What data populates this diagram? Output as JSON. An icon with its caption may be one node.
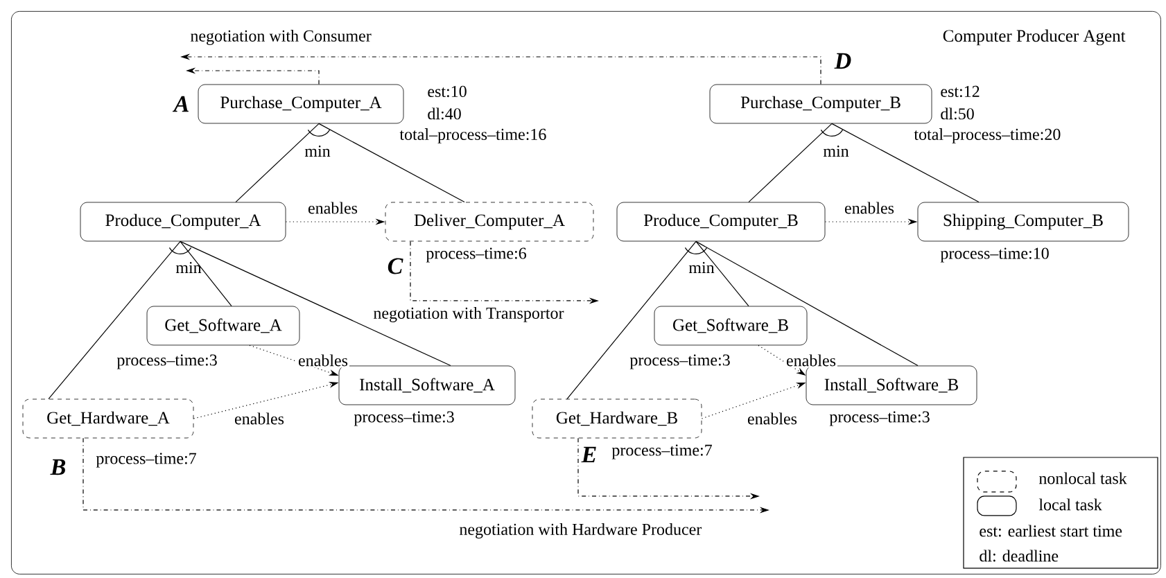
{
  "diagram": {
    "nodes": [
      {
        "text": [
          "Computer Producer Agent"
        ]
      },
      {
        "text": [
          "Purchase_Computer_A"
        ],
        "in": 0,
        "beside": [
          "est:10",
          "dl:40",
          "total–process–time:16"
        ]
      },
      {
        "text": [
          "Purchase_Computer_B"
        ],
        "in": 0,
        "beside": [
          "est:12",
          "dl:50",
          "total–process–time:20"
        ]
      },
      {
        "text": [
          "Produce_Computer_A"
        ],
        "in": 0
      },
      {
        "text": [
          "Deliver_Computer_A"
        ],
        "in": 0,
        "beside": [
          "process–time:6"
        ]
      },
      {
        "text": [
          "Produce_Computer_B"
        ],
        "in": 0
      },
      {
        "text": [
          "Shipping_Computer_B"
        ],
        "in": 0,
        "beside": [
          "process–time:10"
        ]
      },
      {
        "text": [
          "Get_Software_A"
        ],
        "in": 0,
        "beside": [
          "process–time:3"
        ]
      },
      {
        "text": [
          "Install_Software_A"
        ],
        "in": 0,
        "beside": [
          "process–time:3"
        ]
      },
      {
        "text": [
          "Get_Hardware_A"
        ],
        "in": 0,
        "beside": [
          "process–time:7"
        ]
      },
      {
        "text": [
          "Get_Software_B"
        ],
        "in": 0,
        "beside": [
          "process–time:3"
        ]
      },
      {
        "text": [
          "Install_Software_B"
        ],
        "in": 0,
        "beside": [
          "process–time:3"
        ]
      },
      {
        "text": [
          "Get_Hardware_B"
        ],
        "in": 0,
        "beside": [
          "process–time:7"
        ]
      }
    ],
    "edges": [
      {
        "from": 1,
        "to": 3,
        "arrow": "none"
      },
      {
        "from": 1,
        "to": 4,
        "arrow": "none"
      },
      {
        "from": 2,
        "to": 5,
        "arrow": "none"
      },
      {
        "from": 2,
        "to": 6,
        "arrow": "none"
      },
      {
        "from": 3,
        "to": 4,
        "arrow": "to",
        "label": "enables",
        "style": "dashed"
      },
      {
        "from": 5,
        "to": 6,
        "arrow": "to",
        "label": "enables",
        "style": "dashed"
      },
      {
        "from": 3,
        "to": 9,
        "arrow": "none"
      },
      {
        "from": 3,
        "to": 7,
        "arrow": "none"
      },
      {
        "from": 3,
        "to": 8,
        "arrow": "none"
      },
      {
        "from": 5,
        "to": 12,
        "arrow": "none"
      },
      {
        "from": 5,
        "to": 10,
        "arrow": "none"
      },
      {
        "from": 5,
        "to": 11,
        "arrow": "none"
      },
      {
        "from": 7,
        "to": 8,
        "arrow": "to",
        "label": "enables",
        "style": "dashed"
      },
      {
        "from": 9,
        "to": 8,
        "arrow": "to",
        "label": "enables",
        "style": "dashed"
      },
      {
        "from": 10,
        "to": 11,
        "arrow": "to",
        "label": "enables",
        "style": "dashed"
      },
      {
        "from": 12,
        "to": 11,
        "arrow": "to",
        "label": "enables",
        "style": "dashed"
      },
      {
        "from": 1,
        "to": null,
        "arrow": "to",
        "label": "negotiation with Consumer",
        "style": "dashed"
      },
      {
        "from": 2,
        "to": null,
        "arrow": "to",
        "style": "dashed"
      },
      {
        "from": 4,
        "to": null,
        "arrow": "to",
        "label": "negotiation with Transportor",
        "style": "dashed"
      },
      {
        "from": 9,
        "to": null,
        "arrow": "to",
        "label": "negotiation with Hardware Producer",
        "style": "dashed"
      },
      {
        "from": 12,
        "to": null,
        "arrow": "to",
        "style": "dashed"
      }
    ],
    "labels": [
      "D",
      "A",
      "min",
      "min",
      "C",
      "min",
      "min",
      "E",
      "B"
    ],
    "legend": [
      {
        "text": "nonlocal task"
      },
      {
        "text": "local task"
      },
      {
        "text": "est: earliest start time"
      },
      {
        "text": "dl: deadline"
      }
    ]
  }
}
